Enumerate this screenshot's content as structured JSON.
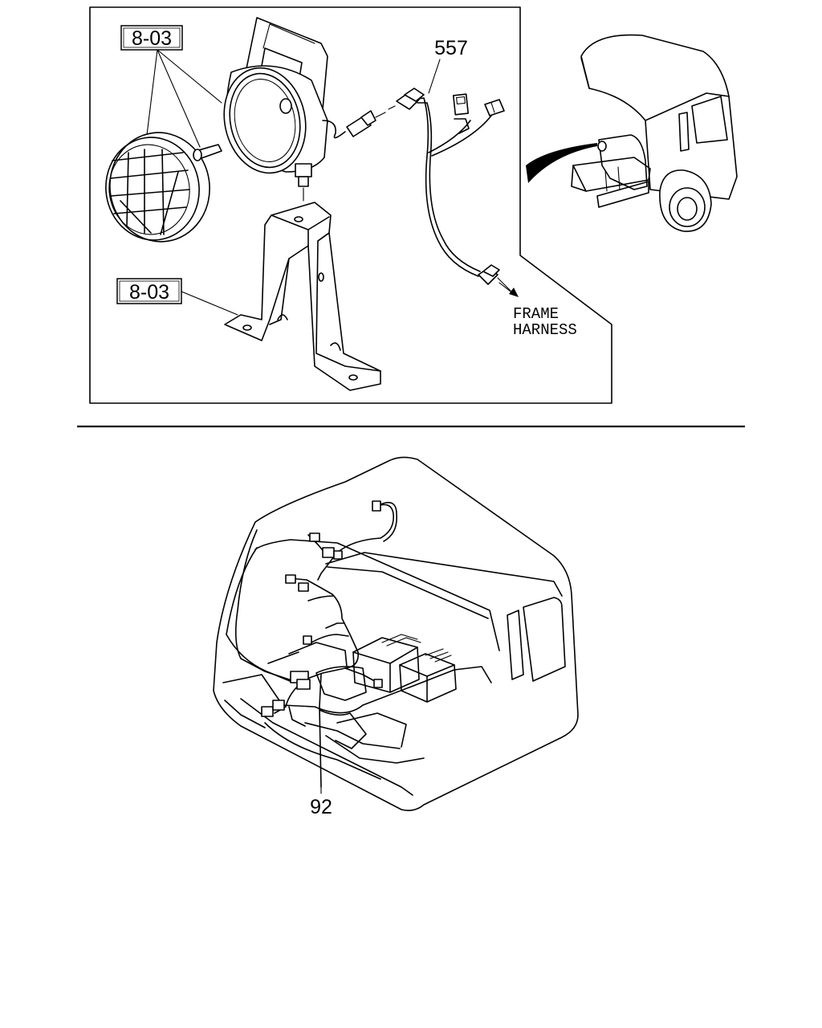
{
  "callouts": {
    "ref_top": "8-03",
    "ref_bottom": "8-03",
    "harness_part": "557",
    "cab_harness_part": "92"
  },
  "annotations": {
    "frame_line1": "FRAME",
    "frame_line2": "HARNESS"
  }
}
